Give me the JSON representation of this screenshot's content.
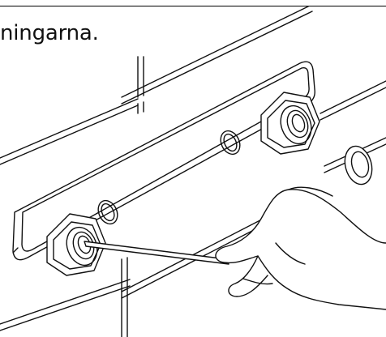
{
  "caption": {
    "text": "ningarna."
  },
  "illustration": {
    "subject": "wall-mounted-fitting-plate",
    "parts": [
      "tile-wall",
      "mounting-plate",
      "hex-nut-left",
      "hex-nut-right",
      "pipe-hole-left",
      "pipe-hole-right",
      "loose-ring",
      "hand",
      "tool-pin"
    ],
    "line_color": "#111111",
    "fill_color": "#ffffff"
  }
}
